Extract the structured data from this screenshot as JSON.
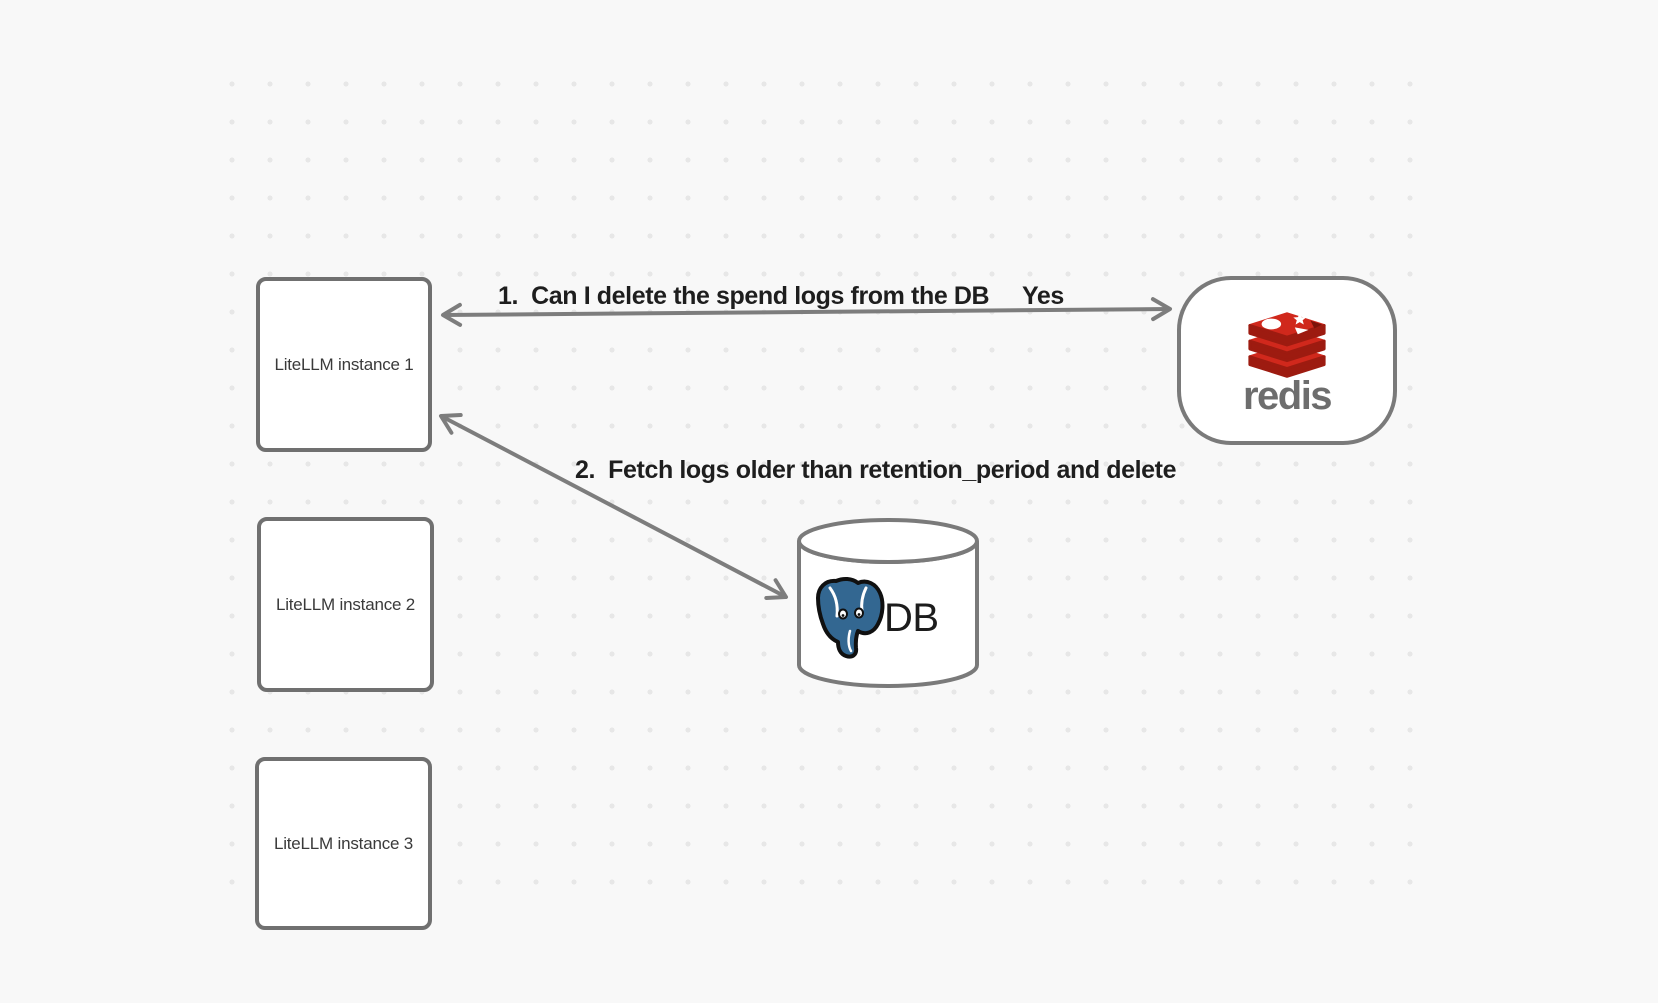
{
  "diagram": {
    "background_color": "#f8f8f8",
    "dot_color": "#e7e7e7",
    "nodes": {
      "instances": [
        {
          "label": "LiteLLM instance 1"
        },
        {
          "label": "LiteLLM instance 2"
        },
        {
          "label": "LiteLLM instance 3"
        }
      ],
      "redis": {
        "wordmark": "redis"
      },
      "database": {
        "label": "DB"
      }
    },
    "edges": [
      {
        "from": "redis",
        "to": "LiteLLM instance 1",
        "label": "1.  Can I delete the spend logs from the DB",
        "response_label": "Yes",
        "style": "double-headed-arrow"
      },
      {
        "from": "LiteLLM instance 1",
        "to": "DB",
        "label": "2.  Fetch logs older than retention_period and delete",
        "style": "double-headed-arrow"
      }
    ],
    "colors": {
      "node_border": "#707070",
      "arrow": "#7d7d7d",
      "edge_label_text": "#1e1e1e",
      "node_text": "#3a3a3a",
      "redis_red": "#d0281c",
      "redis_red_dark": "#9d1b10",
      "redis_notch_red": "#7c130a",
      "redis_wordmark_gray": "#6d6d6d",
      "postgres_blue": "#336791",
      "db_text": "#1c1c1c"
    }
  }
}
